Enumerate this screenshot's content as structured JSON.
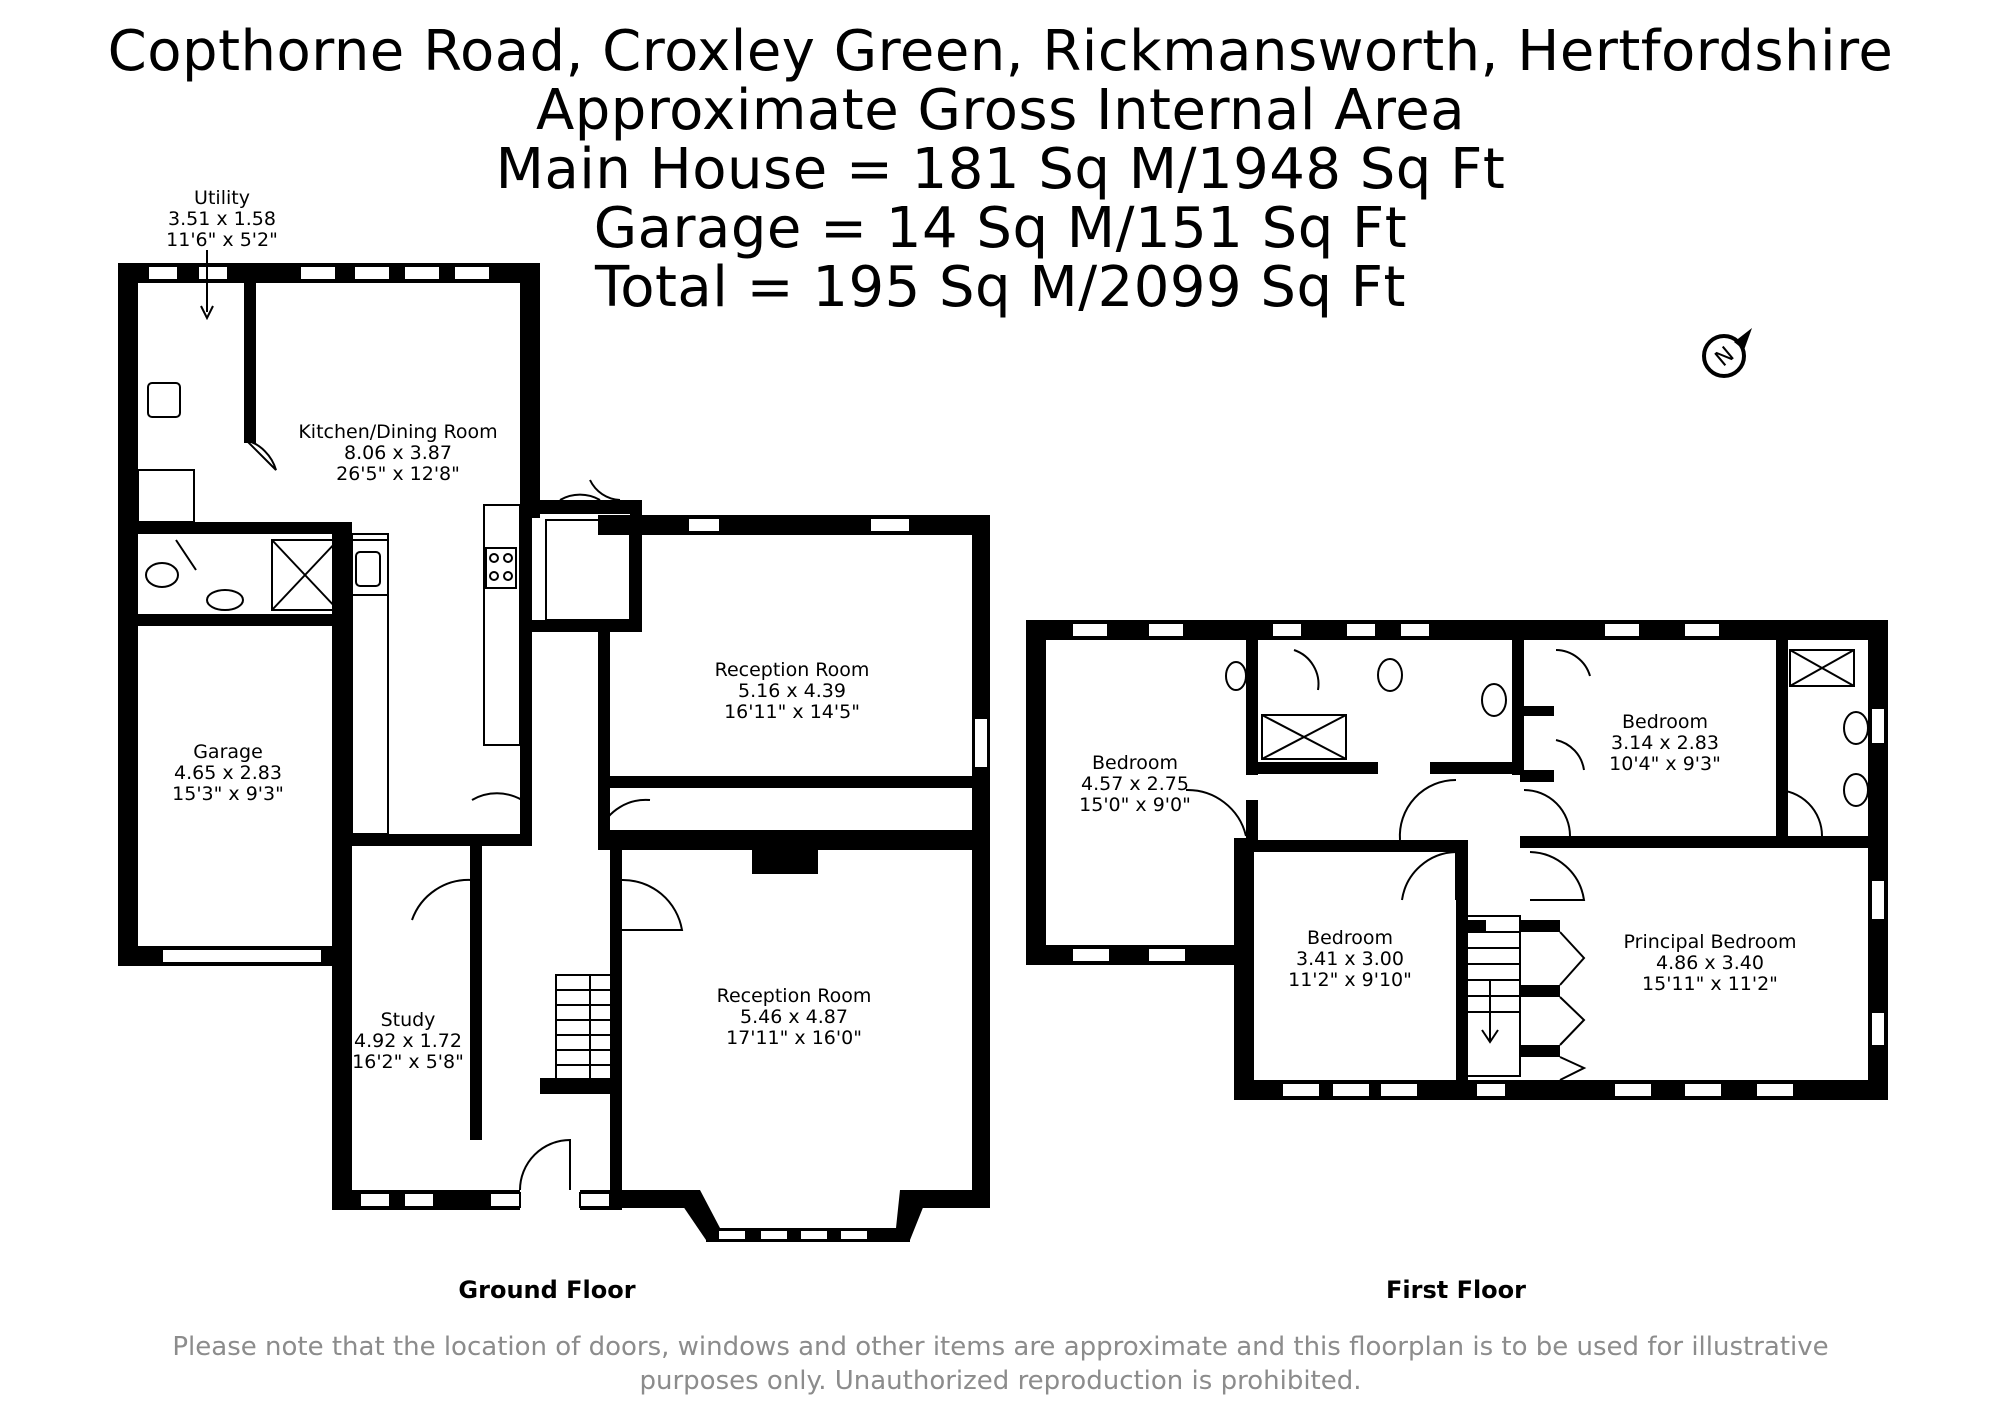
{
  "header": {
    "address": "Copthorne Road, Croxley Green, Rickmansworth, Hertfordshire",
    "subtitle": "Approximate Gross Internal Area",
    "main_house": "Main House = 181 Sq M/1948 Sq Ft",
    "garage": "Garage = 14 Sq M/151 Sq Ft",
    "total": "Total = 195 Sq M/2099 Sq Ft"
  },
  "compass": {
    "letter": "N",
    "icon": "north-arrow-icon"
  },
  "ground_floor": {
    "label": "Ground Floor",
    "rooms": {
      "utility": {
        "name": "Utility",
        "metric": "3.51 x 1.58",
        "imperial": "11'6\" x 5'2\""
      },
      "kitchen": {
        "name": "Kitchen/Dining Room",
        "metric": "8.06 x 3.87",
        "imperial": "26'5\" x 12'8\""
      },
      "garage": {
        "name": "Garage",
        "metric": "4.65 x 2.83",
        "imperial": "15'3\" x 9'3\""
      },
      "reception_rear": {
        "name": "Reception Room",
        "metric": "5.16 x 4.39",
        "imperial": "16'11\" x 14'5\""
      },
      "reception_front": {
        "name": "Reception Room",
        "metric": "5.46 x 4.87",
        "imperial": "17'11\" x 16'0\""
      },
      "study": {
        "name": "Study",
        "metric": "4.92 x 1.72",
        "imperial": "16'2\" x 5'8\""
      }
    }
  },
  "first_floor": {
    "label": "First Floor",
    "rooms": {
      "bedroom_left": {
        "name": "Bedroom",
        "metric": "4.57 x 2.75",
        "imperial": "15'0\" x 9'0\""
      },
      "bedroom_rear": {
        "name": "Bedroom",
        "metric": "3.14 x 2.83",
        "imperial": "10'4\" x 9'3\""
      },
      "bedroom_front": {
        "name": "Bedroom",
        "metric": "3.41 x 3.00",
        "imperial": "11'2\" x 9'10\""
      },
      "principal": {
        "name": "Principal Bedroom",
        "metric": "4.86 x 3.40",
        "imperial": "15'11\" x 11'2\""
      }
    }
  },
  "disclaimer": {
    "line1": "Please note that the location of doors, windows and other items are approximate and this floorplan is to be used for illustrative",
    "line2": "purposes only. Unauthorized reproduction is prohibited."
  },
  "colors": {
    "wall": "#000000",
    "window": "#ffffff",
    "text": "#000000",
    "disclaimer": "#8c8c8c"
  }
}
